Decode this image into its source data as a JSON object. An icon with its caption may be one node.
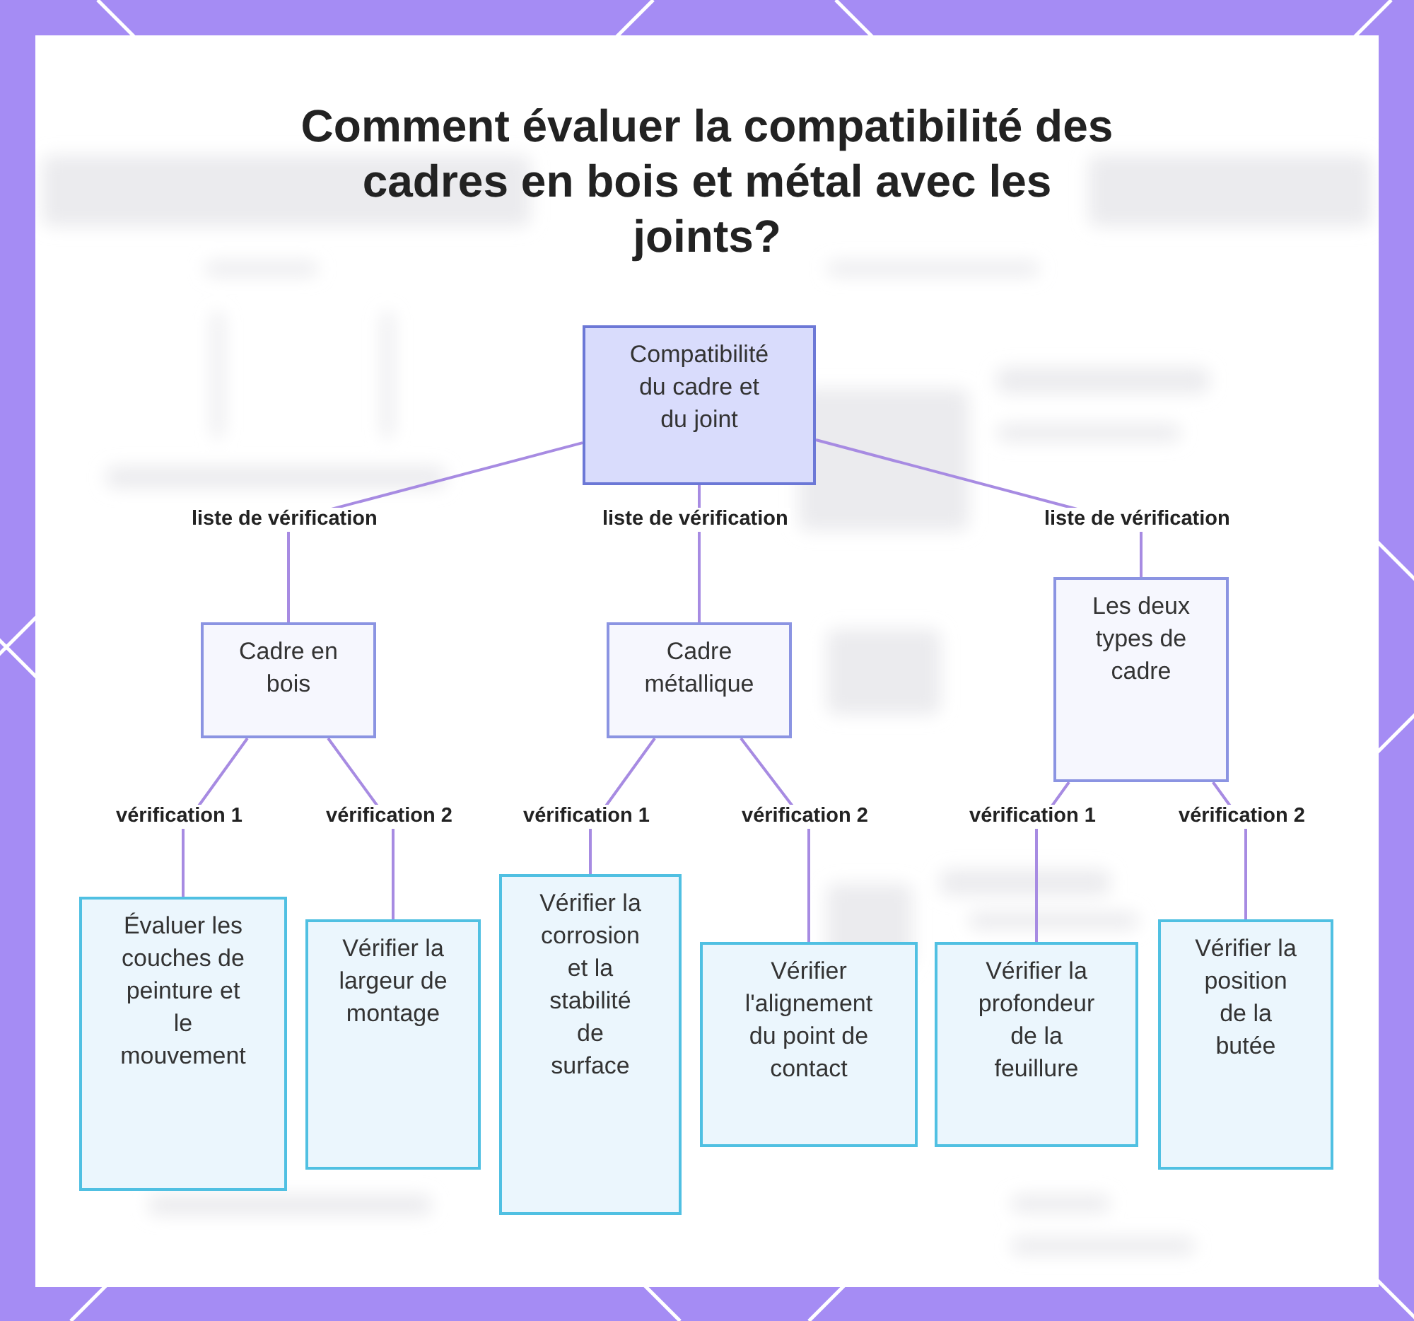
{
  "diagram": {
    "title": "Comment évaluer la compatibilité des cadres en bois et métal avec les joints?",
    "nodes": [
      {
        "text": [
          "Compatibilité du cadre et du joint"
        ]
      },
      {
        "text": [
          "Cadre en bois"
        ]
      },
      {
        "text": [
          "Cadre métallique"
        ]
      },
      {
        "text": [
          "Les deux types de cadre"
        ]
      },
      {
        "text": [
          "Évaluer les couches de peinture et le mouvement"
        ]
      },
      {
        "text": [
          "Vérifier la largeur de montage"
        ]
      },
      {
        "text": [
          "Vérifier la corrosion et la stabilité de surface"
        ]
      },
      {
        "text": [
          "Vérifier l'alignement du point de contact"
        ]
      },
      {
        "text": [
          "Vérifier la profondeur de la feuillure"
        ]
      },
      {
        "text": [
          "Vérifier la position de la butée"
        ]
      }
    ],
    "edges": [
      {
        "from": 0,
        "to": 1,
        "arrow": "none",
        "label": "liste de vérification"
      },
      {
        "from": 0,
        "to": 2,
        "arrow": "none",
        "label": "liste de vérification"
      },
      {
        "from": 0,
        "to": 3,
        "arrow": "none",
        "label": "liste de vérification"
      },
      {
        "from": 1,
        "to": 4,
        "arrow": "none",
        "label": "vérification 1"
      },
      {
        "from": 1,
        "to": 5,
        "arrow": "none",
        "label": "vérification 2"
      },
      {
        "from": 2,
        "to": 6,
        "arrow": "none",
        "label": "vérification 1"
      },
      {
        "from": 2,
        "to": 7,
        "arrow": "none",
        "label": "vérification 2"
      },
      {
        "from": 3,
        "to": 8,
        "arrow": "none",
        "label": "vérification 1"
      },
      {
        "from": 3,
        "to": 9,
        "arrow": "none",
        "label": "vérification 2"
      }
    ]
  }
}
